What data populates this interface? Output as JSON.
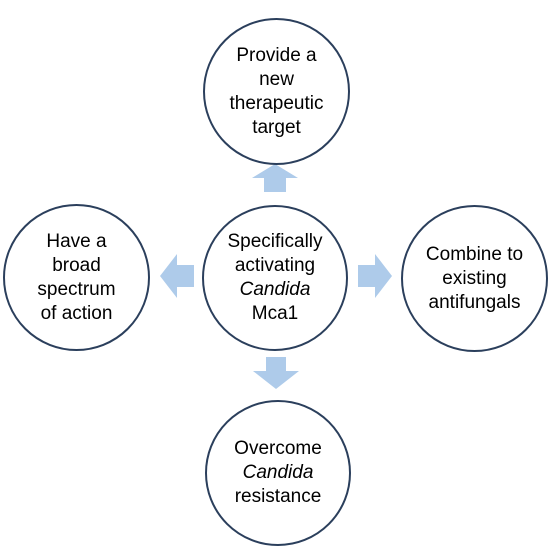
{
  "center": {
    "lines": [
      "Specifically",
      "activating",
      "Candida",
      "Mca1"
    ]
  },
  "top": {
    "lines": [
      "Provide a",
      "new",
      "therapeutic",
      "target"
    ]
  },
  "left": {
    "lines": [
      "Have a",
      "broad",
      "spectrum",
      "of action"
    ]
  },
  "right": {
    "lines": [
      "Combine to",
      "existing",
      "antifungals"
    ]
  },
  "bottom": {
    "lines": [
      "Overcome",
      "Candida",
      "resistance"
    ]
  },
  "colors": {
    "circle_border": "#2b3f5c",
    "arrow_fill": "#aecbea"
  }
}
